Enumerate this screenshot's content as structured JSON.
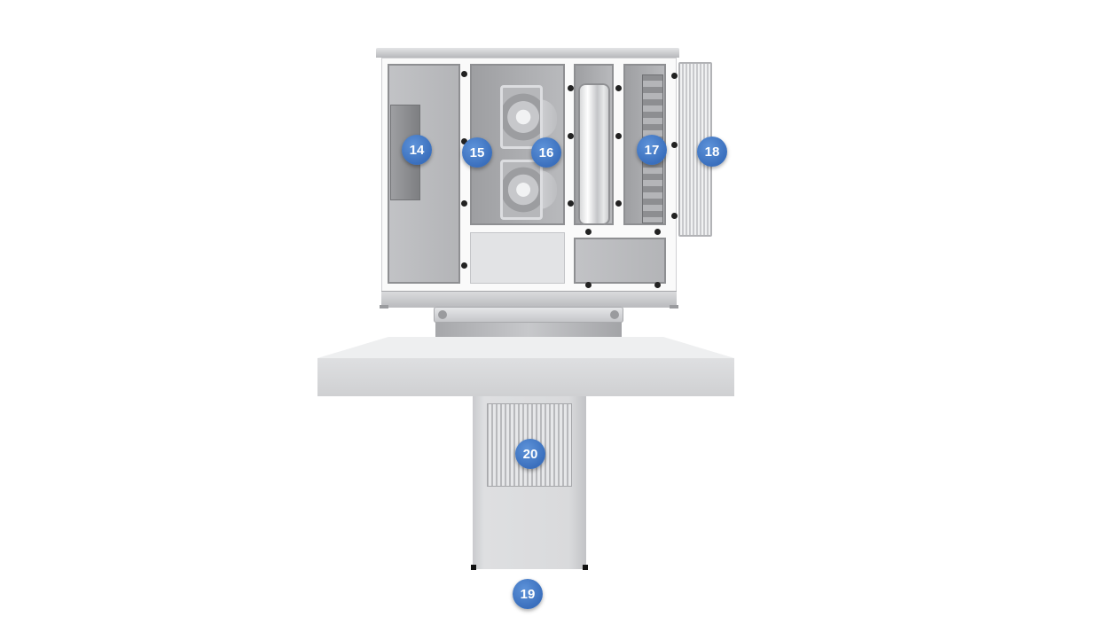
{
  "diagram": {
    "callouts": [
      {
        "id": "14",
        "label": "14"
      },
      {
        "id": "15",
        "label": "15"
      },
      {
        "id": "16",
        "label": "16"
      },
      {
        "id": "17",
        "label": "17"
      },
      {
        "id": "18",
        "label": "18"
      },
      {
        "id": "19",
        "label": "19"
      },
      {
        "id": "20",
        "label": "20"
      }
    ],
    "colors": {
      "badge": "#3a6fbd",
      "badge_text": "#ffffff",
      "housing": "#fafafa",
      "chamber": "#a7a8ab"
    }
  }
}
